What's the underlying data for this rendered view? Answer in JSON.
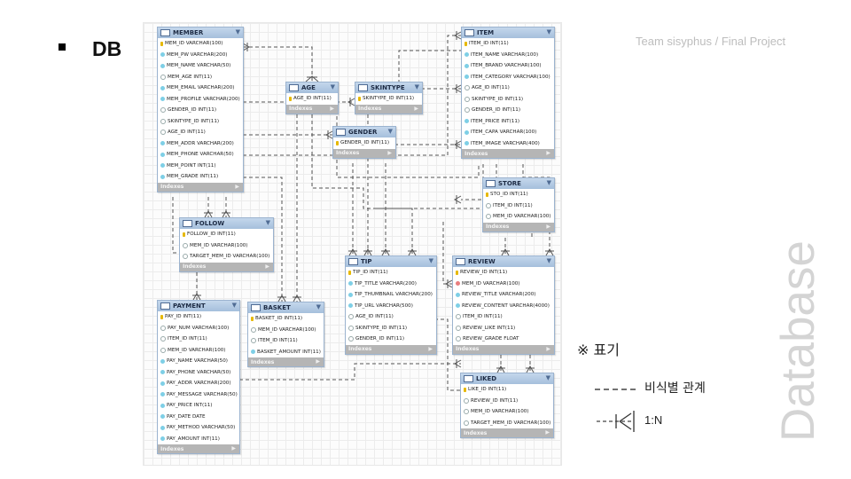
{
  "slide": {
    "heading": "DB",
    "team_label": "Team sisyphus / Final Project",
    "side_label": "Database"
  },
  "legend": {
    "title": "※ 표기",
    "dashed_label": "비식별 관계",
    "crow_label": "1:N"
  },
  "footer_label": "Indexes",
  "tables": [
    {
      "id": "member",
      "name": "MEMBER",
      "columns": [
        {
          "text": "MEM_ID VARCHAR(100)",
          "key": "pk"
        },
        {
          "text": "MEM_PW VARCHAR(200)",
          "key": "col"
        },
        {
          "text": "MEM_NAME VARCHAR(50)",
          "key": "col"
        },
        {
          "text": "MEM_AGE INT(11)",
          "key": "opt"
        },
        {
          "text": "MEM_EMAIL VARCHAR(200)",
          "key": "col"
        },
        {
          "text": "MEM_PROFILE VARCHAR(200)",
          "key": "col"
        },
        {
          "text": "GENDER_ID INT(11)",
          "key": "opt"
        },
        {
          "text": "SKINTYPE_ID INT(11)",
          "key": "opt"
        },
        {
          "text": "AGE_ID INT(11)",
          "key": "opt"
        },
        {
          "text": "MEM_ADDR VARCHAR(200)",
          "key": "col"
        },
        {
          "text": "MEM_PHONE VARCHAR(50)",
          "key": "col"
        },
        {
          "text": "MEM_POINT INT(11)",
          "key": "col"
        },
        {
          "text": "MEM_GRADE INT(11)",
          "key": "col"
        }
      ]
    },
    {
      "id": "age",
      "name": "AGE",
      "columns": [
        {
          "text": "AGE_ID INT(11)",
          "key": "pk"
        }
      ]
    },
    {
      "id": "skintype",
      "name": "SKINTYPE",
      "columns": [
        {
          "text": "SKINTYPE_ID INT(11)",
          "key": "pk"
        }
      ]
    },
    {
      "id": "gender",
      "name": "GENDER",
      "columns": [
        {
          "text": "GENDER_ID INT(11)",
          "key": "pk"
        }
      ]
    },
    {
      "id": "item",
      "name": "ITEM",
      "columns": [
        {
          "text": "ITEM_ID INT(11)",
          "key": "pk"
        },
        {
          "text": "ITEM_NAME VARCHAR(100)",
          "key": "col"
        },
        {
          "text": "ITEM_BRAND VARCHAR(100)",
          "key": "col"
        },
        {
          "text": "ITEM_CATEGORY VARCHAR(100)",
          "key": "col"
        },
        {
          "text": "AGE_ID INT(11)",
          "key": "opt"
        },
        {
          "text": "SKINTYPE_ID INT(11)",
          "key": "opt"
        },
        {
          "text": "GENDER_ID INT(11)",
          "key": "opt"
        },
        {
          "text": "ITEM_PRICE INT(11)",
          "key": "col"
        },
        {
          "text": "ITEM_CAPA VARCHAR(100)",
          "key": "col"
        },
        {
          "text": "ITEM_IMAGE VARCHAR(400)",
          "key": "col"
        }
      ]
    },
    {
      "id": "store",
      "name": "STORE",
      "columns": [
        {
          "text": "STO_ID INT(11)",
          "key": "pk"
        },
        {
          "text": "ITEM_ID INT(11)",
          "key": "opt"
        },
        {
          "text": "MEM_ID VARCHAR(100)",
          "key": "opt"
        }
      ]
    },
    {
      "id": "follow",
      "name": "FOLLOW",
      "columns": [
        {
          "text": "FOLLOW_ID INT(11)",
          "key": "pk"
        },
        {
          "text": "MEM_ID VARCHAR(100)",
          "key": "opt"
        },
        {
          "text": "TARGET_MEM_ID VARCHAR(100)",
          "key": "opt"
        }
      ]
    },
    {
      "id": "payment",
      "name": "PAYMENT",
      "columns": [
        {
          "text": "PAY_ID INT(11)",
          "key": "pk"
        },
        {
          "text": "PAY_NUM VARCHAR(100)",
          "key": "opt"
        },
        {
          "text": "ITEM_ID INT(11)",
          "key": "opt"
        },
        {
          "text": "MEM_ID VARCHAR(100)",
          "key": "opt"
        },
        {
          "text": "PAY_NAME VARCHAR(50)",
          "key": "col"
        },
        {
          "text": "PAY_PHONE VARCHAR(50)",
          "key": "col"
        },
        {
          "text": "PAY_ADDR VARCHAR(200)",
          "key": "col"
        },
        {
          "text": "PAY_MESSAGE VARCHAR(50)",
          "key": "col"
        },
        {
          "text": "PAY_PRICE INT(11)",
          "key": "col"
        },
        {
          "text": "PAY_DATE DATE",
          "key": "col"
        },
        {
          "text": "PAY_METHOD VARCHAR(50)",
          "key": "col"
        },
        {
          "text": "PAY_AMOUNT INT(11)",
          "key": "col"
        }
      ]
    },
    {
      "id": "basket",
      "name": "BASKET",
      "columns": [
        {
          "text": "BASKET_ID INT(11)",
          "key": "pk"
        },
        {
          "text": "MEM_ID VARCHAR(100)",
          "key": "opt"
        },
        {
          "text": "ITEM_ID INT(11)",
          "key": "opt"
        },
        {
          "text": "BASKET_AMOUNT INT(11)",
          "key": "col"
        }
      ]
    },
    {
      "id": "tip",
      "name": "TIP",
      "columns": [
        {
          "text": "TIP_ID INT(11)",
          "key": "pk"
        },
        {
          "text": "TIP_TITLE VARCHAR(200)",
          "key": "col"
        },
        {
          "text": "TIP_THUMBNAIL VARCHAR(200)",
          "key": "col"
        },
        {
          "text": "TIP_URL VARCHAR(500)",
          "key": "col"
        },
        {
          "text": "AGE_ID INT(11)",
          "key": "opt"
        },
        {
          "text": "SKINTYPE_ID INT(11)",
          "key": "opt"
        },
        {
          "text": "GENDER_ID INT(11)",
          "key": "opt"
        }
      ]
    },
    {
      "id": "review",
      "name": "REVIEW",
      "columns": [
        {
          "text": "REVIEW_ID INT(11)",
          "key": "pk"
        },
        {
          "text": "MEM_ID VARCHAR(100)",
          "key": "fk"
        },
        {
          "text": "REVIEW_TITLE VARCHAR(200)",
          "key": "col"
        },
        {
          "text": "REVIEW_CONTENT VARCHAR(4000)",
          "key": "col"
        },
        {
          "text": "ITEM_ID INT(11)",
          "key": "opt"
        },
        {
          "text": "REVIEW_LIKE INT(11)",
          "key": "opt"
        },
        {
          "text": "REVIEW_GRADE FLOAT",
          "key": "opt"
        }
      ]
    },
    {
      "id": "liked",
      "name": "LIKED",
      "columns": [
        {
          "text": "LIKE_ID INT(11)",
          "key": "pk"
        },
        {
          "text": "REVIEW_ID INT(11)",
          "key": "opt"
        },
        {
          "text": "MEM_ID VARCHAR(100)",
          "key": "opt"
        },
        {
          "text": "TARGET_MEM_ID VARCHAR(100)",
          "key": "opt"
        }
      ]
    }
  ],
  "colors": {
    "header": "#a5bfdc",
    "footer": "#b5b5b5",
    "line": "#555555"
  }
}
